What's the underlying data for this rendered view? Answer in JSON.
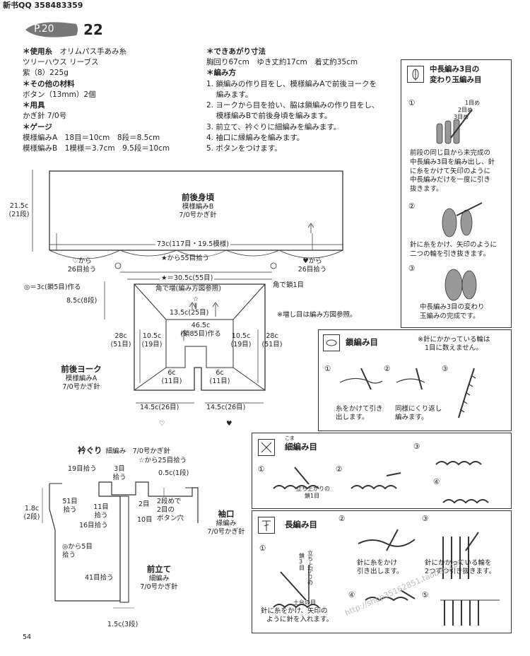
{
  "watermark_top": "新书QQ 358483359",
  "page_ref": "P.20",
  "pattern_no": "22",
  "page_number": "54",
  "watermark_bottom": "http://shop35162851.taobao.com",
  "materials": {
    "yarn_h": "＊使用糸",
    "yarn_brand": "オリムパス手あみ糸",
    "yarn_name": "ツリーハウス リーブス",
    "yarn_color": "紫（8）225g",
    "other_h": "＊その他の材料",
    "other_val": "ボタン（13mm）2個",
    "tools_h": "＊用具",
    "tools_val": "かぎ針 7/0号",
    "gauge_h": "＊ゲージ",
    "gauge_a": "模様編みA　18目＝10cm　8段＝8.5cm",
    "gauge_b": "模様編みB　1模様＝3.7cm　9.5段＝10cm"
  },
  "finished": {
    "h": "＊できあがり寸法",
    "val": "胸回り67cm　ゆき丈約17cm　着丈約35cm",
    "method_h": "＊編み方",
    "steps": [
      "1. 鎖編みの作り目をし、模様編みAで前後ヨークを",
      "　 編みます。",
      "2. ヨークから目を拾い、脇は鎖編みの作り目をし、",
      "　 模様編みBで前後身頃を編みます。",
      "3. 前立て、衿ぐりに細編みを編みます。",
      "4. 袖口に縁編みを編みます。",
      "5. ボタンをつけます。"
    ]
  },
  "body_diagram": {
    "title": "前後身頃",
    "sub1": "模様編みB",
    "sub2": "7/0号かぎ針",
    "height": "21.5c",
    "height_rows": "(21段)",
    "width": "73c(117目・19.5模様)",
    "pick_left": "♡から",
    "pick_left2": "26目拾う",
    "pick_center": "★から55目拾う",
    "pick_right": "♥から",
    "pick_right2": "26目拾う"
  },
  "yoke_diagram": {
    "top_width": "★＝30.5c(55目)",
    "corner_inc": "角で増(編み方図参照)",
    "corner_chain": "角で鎖1目",
    "left_chain": "◎＝3c(鎖5目)作る",
    "depth": "8.5c(8段)",
    "star_white": "☆",
    "equals": "‖",
    "inner_top": "13.5c(25目)",
    "chain_start": "46.5c",
    "chain_start2": "(鎖85目)作る",
    "inc_note": "※増し目は編み方図参照。",
    "side_outer": "28c",
    "side_outer_rows": "(51目)",
    "side_inner": "10.5c",
    "side_inner_rows": "(19目)",
    "front_w": "6c",
    "front_w_rows": "(11目)",
    "title": "前後ヨーク",
    "sub1": "模様編みA",
    "sub2": "7/0号かぎ針",
    "bottom": "14.5c(26目)",
    "heart_white": "♡",
    "heart_black": "♥"
  },
  "finish_diagram": {
    "collar": "衿ぐり",
    "collar_spec": "細編み　7/0号かぎ針",
    "pick_25": "☆から25目拾う",
    "pick_19": "19目拾う",
    "pick_3a": "3目",
    "pick_3b": "拾う",
    "collar_h": "0.5c(1段)",
    "pick_51a": "51目",
    "pick_51b": "拾う",
    "pick_11a": "11目",
    "pick_11b": "拾う",
    "rows2": "2目",
    "buttonhole_a": "2段めで",
    "buttonhole_b": "2目の",
    "buttonhole_c": "ボタン穴",
    "rows10": "10目",
    "pick_16": "16目拾う",
    "cuff_w": "1.8c",
    "cuff_rows": "(2段)",
    "cuff": "袖口",
    "cuff_spec1": "縁編み",
    "cuff_spec2": "7/0号かぎ針",
    "pick_5a": "◎から5目",
    "pick_5b": "拾う",
    "pick_41": "41目拾う",
    "band": "前立て",
    "band_spec1": "細編み",
    "band_spec2": "7/0号かぎ針",
    "band_w": "1.5c(3段)"
  },
  "stitch_puff": {
    "title1": "中長編み3目の",
    "title2": "変わり玉編み目",
    "n1": "①",
    "lbl1": "1目め",
    "lbl2": "2目め",
    "lbl3": "3目め",
    "desc1": [
      "前段の同じ目から未完成の",
      "中長編み3目を編み出し、針",
      "に糸をかけて矢印のように",
      "中長編みだけを一度に引き",
      "抜きます。"
    ],
    "n2": "②",
    "desc2": [
      "針に糸をかけ、矢印のように",
      "二つの輪を引き抜きます。"
    ],
    "n3": "③",
    "desc3": [
      "中長編み3目の変わり",
      "玉編みの完成です。"
    ]
  },
  "stitch_chain": {
    "title": "鎖編み目",
    "note1": "※針にかかっている輪は",
    "note2": "1目に数えません。",
    "n1": "①",
    "n2": "②",
    "n3": "③",
    "desc1": [
      "糸をかけて引き",
      "出します。"
    ],
    "desc2": [
      "同様にくり返し",
      "編みます。"
    ]
  },
  "stitch_sc": {
    "ruby": "こま",
    "title": "細編み目",
    "n1": "①",
    "n2": "②",
    "n3": "③",
    "n4": "④",
    "note1": "立ち上がりの",
    "note2": "鎖1目"
  },
  "stitch_dc": {
    "title": "長編み目",
    "n1": "①",
    "n2": "②",
    "n3": "③",
    "n4": "④",
    "n5": "⑤",
    "vert1": "立ち上がりの",
    "vert2": "鎖3目",
    "base": "土台の目",
    "desc1": [
      "針に糸をかけ、矢印の",
      "ように針を入れます。"
    ],
    "desc2": [
      "針に糸をかけ",
      "引き出します。"
    ],
    "desc3": [
      "針にかかっている輪を",
      "2つずつ引き抜きます。"
    ]
  }
}
